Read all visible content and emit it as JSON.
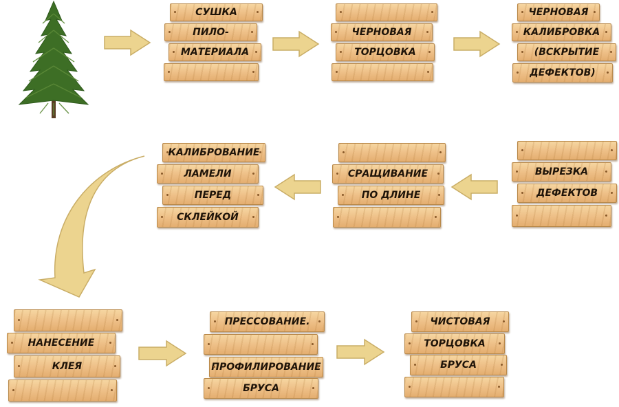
{
  "steps": [
    {
      "id": "drying",
      "lines": [
        "СУШКА",
        "ПИЛО-",
        "МАТЕРИАЛА",
        ""
      ]
    },
    {
      "id": "rough-trimming",
      "lines": [
        "",
        "ЧЕРНОВАЯ",
        "ТОРЦОВКА",
        ""
      ]
    },
    {
      "id": "rough-calibration",
      "lines": [
        "ЧЕРНОВАЯ",
        "КАЛИБРОВКА",
        "(ВСКРЫТИЕ",
        "ДЕФЕКТОВ)"
      ]
    },
    {
      "id": "defect-cutting",
      "lines": [
        "",
        "ВЫРЕЗКА",
        "ДЕФЕКТОВ",
        ""
      ]
    },
    {
      "id": "length-joining",
      "lines": [
        "",
        "СРАЩИВАНИЕ",
        "ПО ДЛИНЕ",
        ""
      ]
    },
    {
      "id": "lamella-calibration",
      "lines": [
        "КАЛИБРОВАНИЕ",
        "ЛАМЕЛИ",
        "ПЕРЕД",
        "СКЛЕЙКОЙ"
      ]
    },
    {
      "id": "glue-application",
      "lines": [
        "",
        "НАНЕСЕНИЕ",
        "КЛЕЯ",
        ""
      ]
    },
    {
      "id": "pressing-profiling",
      "lines": [
        "ПРЕССОВАНИЕ.",
        "",
        "ПРОФИЛИРОВАНИЕ",
        "БРУСА"
      ]
    },
    {
      "id": "final-trimming",
      "lines": [
        "ЧИСТОВАЯ",
        "ТОРЦОВКА",
        "БРУСА",
        ""
      ]
    }
  ],
  "colors": {
    "wood_light": "#f6d6a1",
    "wood_mid": "#eec088",
    "wood_dark": "#e4ae70",
    "plank_border": "#b9894a",
    "arrow_fill": "#ecd48f",
    "arrow_stroke": "#c9ad66",
    "text": "#1f1409",
    "tree_dark": "#2f5a1d",
    "tree_light": "#5d8a38"
  },
  "icons": {
    "tree": "fir-tree-icon",
    "arrow": "block-arrow-icon",
    "curved_arrow": "curved-down-arrow-icon"
  }
}
